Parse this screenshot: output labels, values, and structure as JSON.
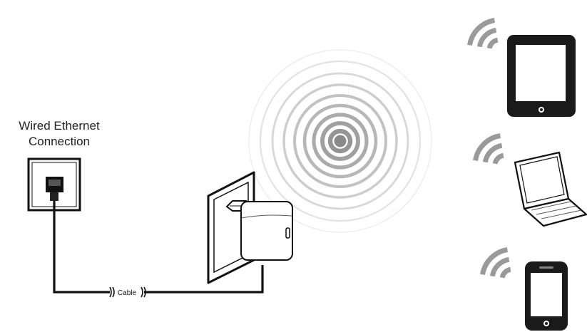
{
  "labels": {
    "wired_line1": "Wired Ethernet",
    "wired_line2": "Connection",
    "cable": "Cable"
  },
  "icons": {
    "wall_socket": "ethernet-wall-socket-icon",
    "router": "travel-router-icon",
    "signal": "wifi-broadcast-rings",
    "devices": [
      "tablet-icon",
      "laptop-icon",
      "smartphone-icon"
    ],
    "wifi": "wifi-arcs-icon"
  },
  "colors": {
    "line": "#111111",
    "rings": "#8a8a8a",
    "wifi_arcs": "#9a9a9a",
    "device_body": "#1a1a1a",
    "screen": "#ffffff"
  }
}
